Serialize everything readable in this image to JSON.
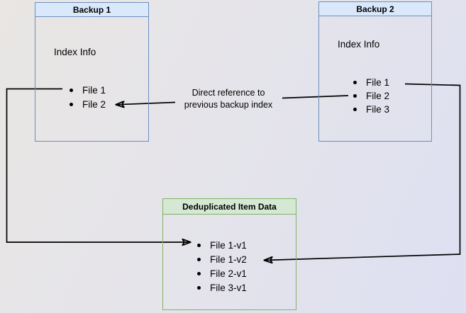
{
  "diagram": {
    "backup1": {
      "title": "Backup 1",
      "subtitle": "Index Info",
      "items": [
        "File 1",
        "File 2"
      ]
    },
    "backup2": {
      "title": "Backup 2",
      "subtitle": "Index Info",
      "items": [
        "File 1",
        "File 2",
        "File 3"
      ]
    },
    "dedup": {
      "title": "Deduplicated Item Data",
      "items": [
        "File 1-v1",
        "File 1-v2",
        "File 2-v1",
        "File 3-v1"
      ]
    },
    "annotation": {
      "line1": "Direct reference to",
      "line2": "previous backup index"
    }
  },
  "colors": {
    "backup_header_fill": "#dae8fc",
    "backup_border": "#6c8ebf",
    "dedup_header_fill": "#d5e8d4",
    "dedup_border": "#82b366",
    "connector": "#000000",
    "background_left": "#e9e6e3",
    "background_right": "#dee0f2"
  }
}
